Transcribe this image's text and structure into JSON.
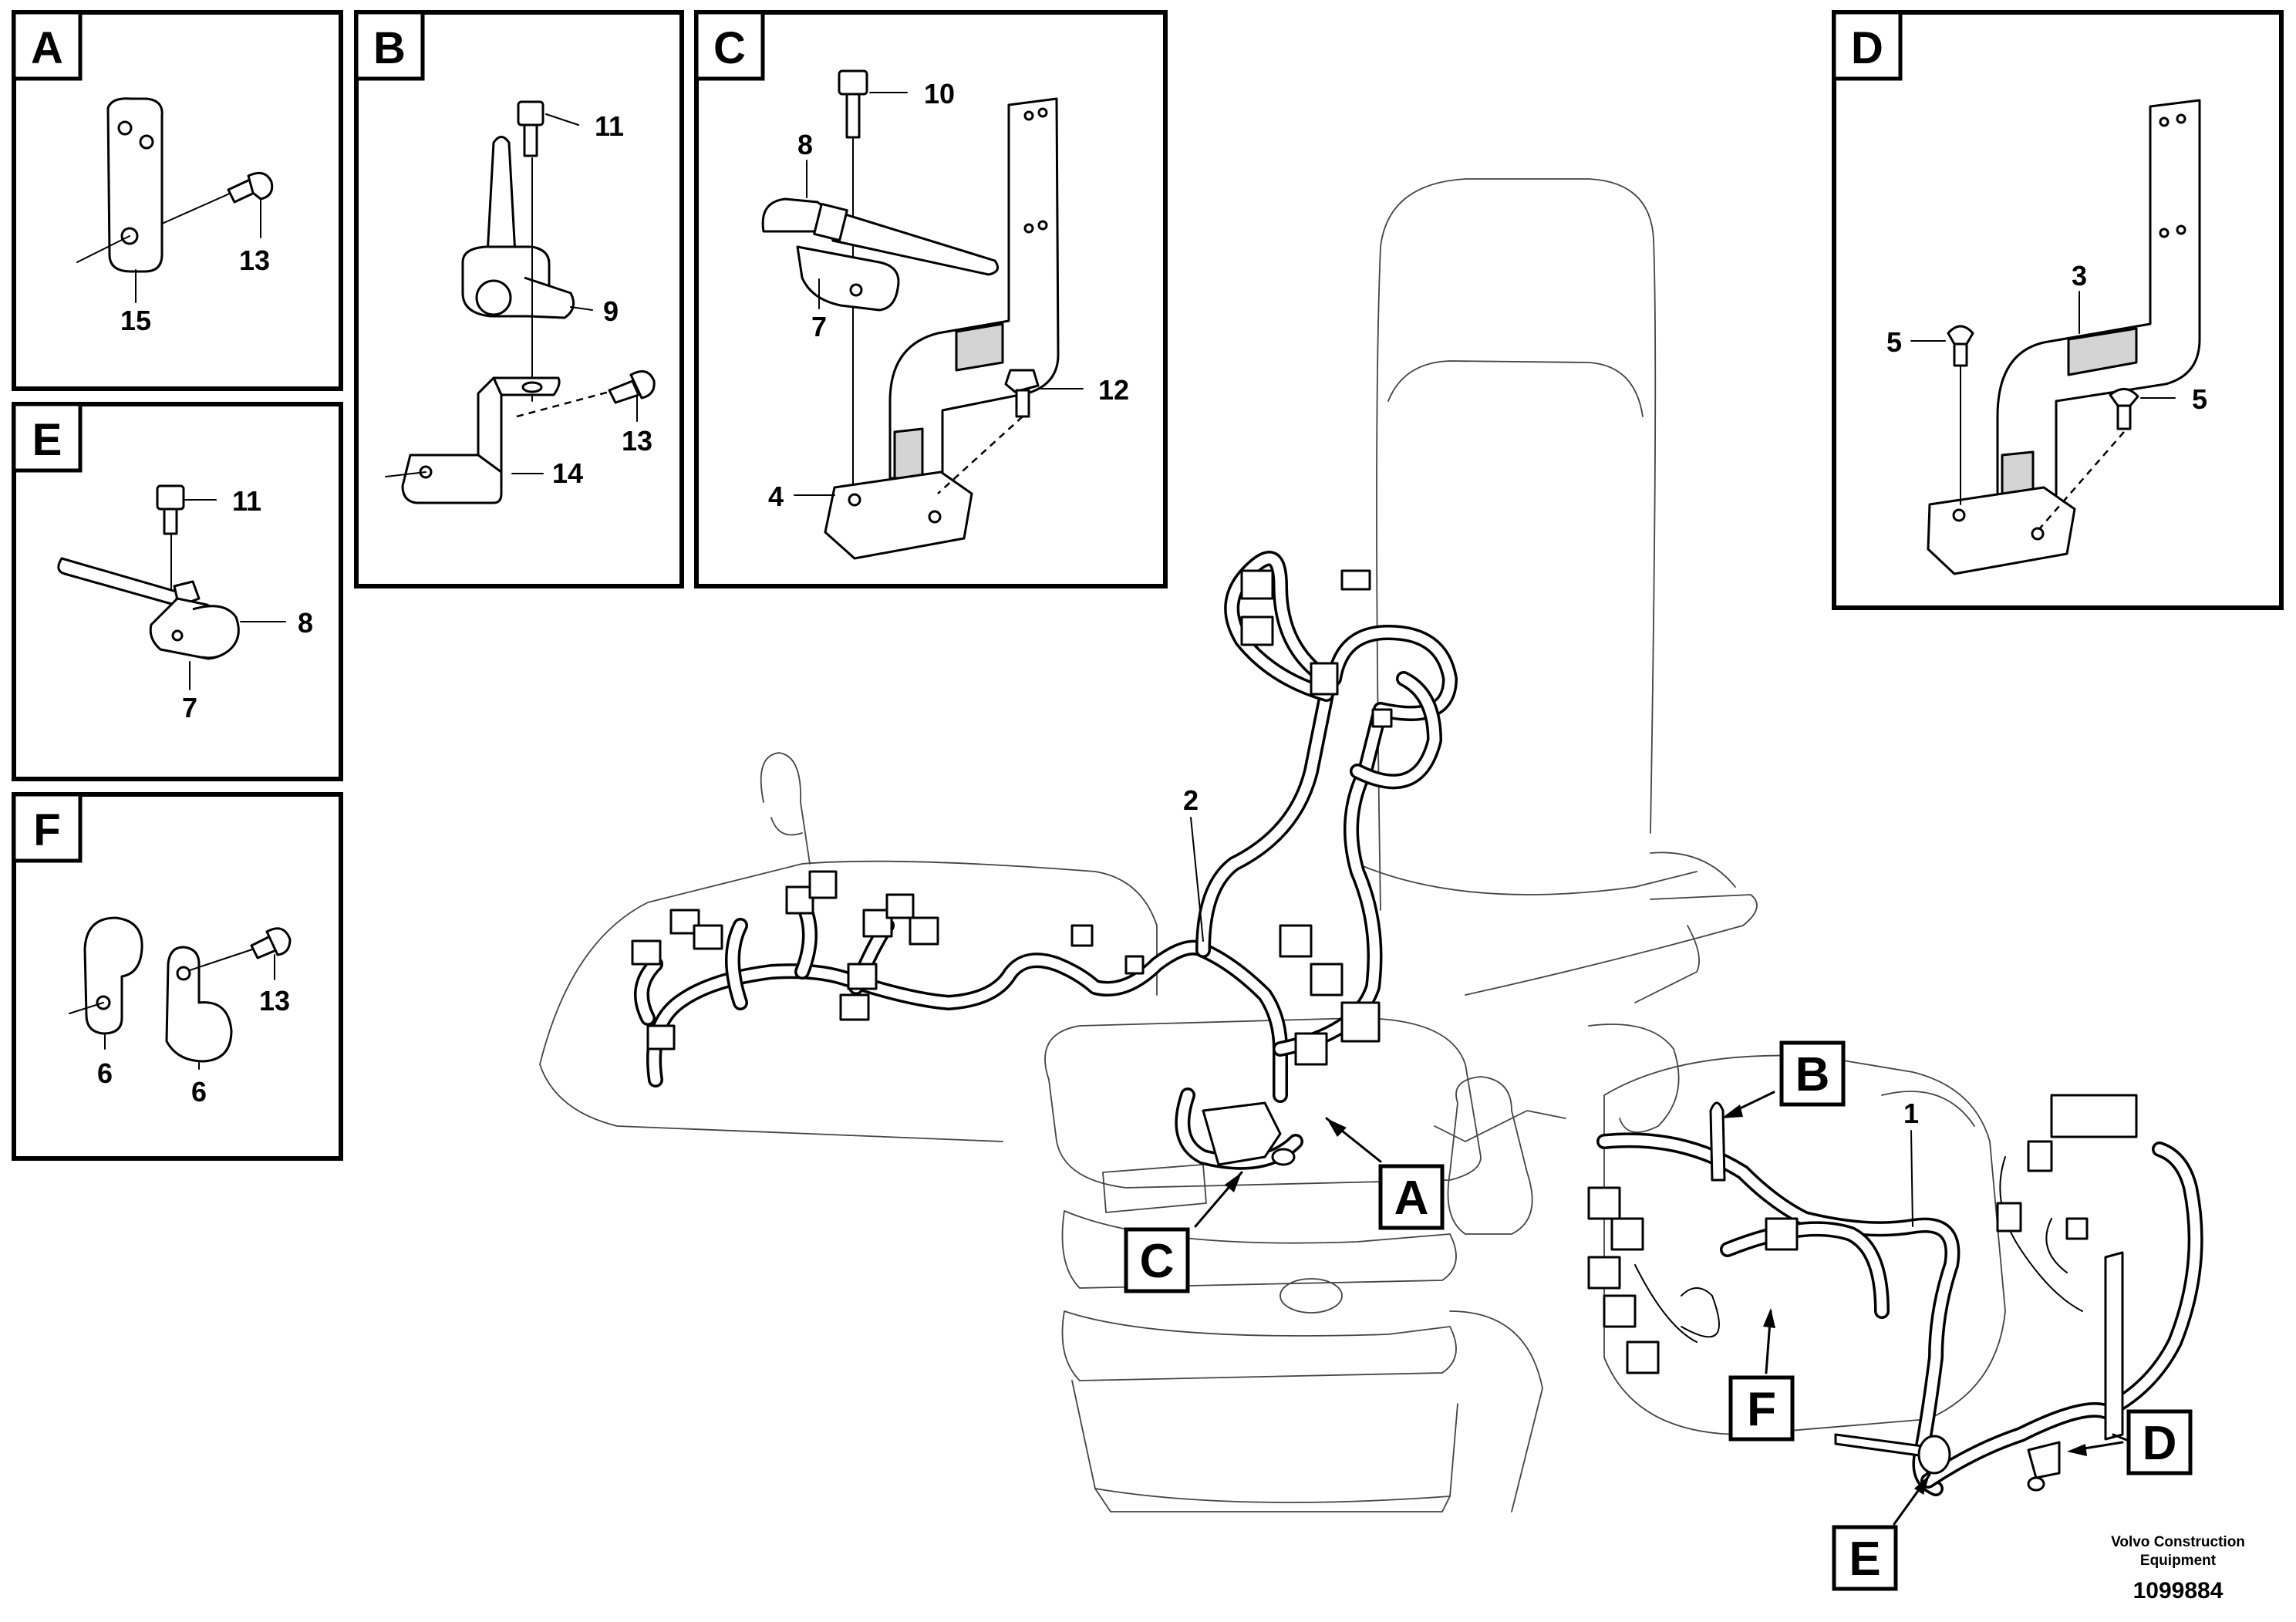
{
  "panels": {
    "A": {
      "letter": "A",
      "callouts": [
        "13",
        "15"
      ]
    },
    "B": {
      "letter": "B",
      "callouts": [
        "11",
        "9",
        "13",
        "14"
      ]
    },
    "C": {
      "letter": "C",
      "callouts": [
        "10",
        "8",
        "7",
        "12",
        "4"
      ]
    },
    "D": {
      "letter": "D",
      "callouts": [
        "3",
        "5",
        "5"
      ]
    },
    "E": {
      "letter": "E",
      "callouts": [
        "11",
        "8",
        "7"
      ]
    },
    "F": {
      "letter": "F",
      "callouts": [
        "13",
        "6",
        "6"
      ]
    }
  },
  "main_view": {
    "callouts": [
      "2",
      "1"
    ],
    "locators": [
      "A",
      "B",
      "C",
      "D",
      "E",
      "F"
    ]
  },
  "footer": {
    "company_line1": "Volvo Construction",
    "company_line2": "Equipment",
    "drawing_number": "1099884"
  }
}
